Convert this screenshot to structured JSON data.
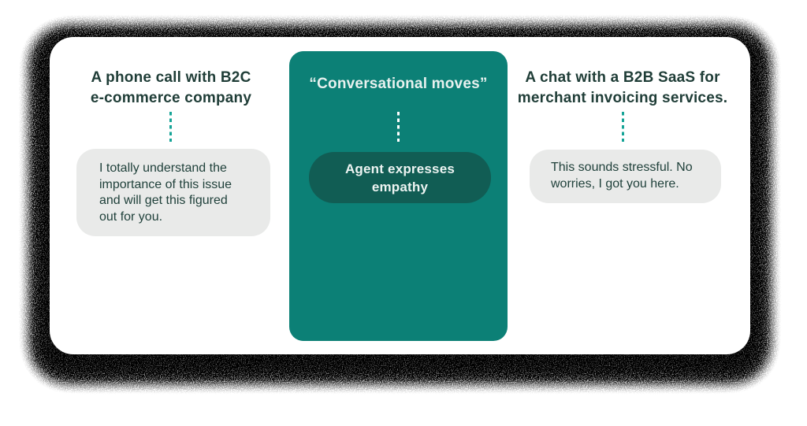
{
  "figure": {
    "left": {
      "heading": "A phone call with B2C\ne-commerce company",
      "bubble_text": "I totally understand the\nimportance of this issue\nand will get this figured\nout for you."
    },
    "center": {
      "heading": "“Conversational moves”",
      "pill_label": "Agent expresses\nempathy"
    },
    "right": {
      "heading": "A chat with a B2B SaaS for\nmerchant invoicing services.",
      "bubble_text": "This sounds stressful. No\nworries, I got you here."
    }
  },
  "colors": {
    "card_background": "#ffffff",
    "teal_panel": "#0c8076",
    "dark_pill": "#115d54",
    "heading_text": "#1f3d37",
    "bubble_background": "#e9eae9",
    "bubble_text": "#20413b",
    "dotted_connector_teal": "#16a497",
    "dotted_connector_white": "#ffffff",
    "panel_heading_text": "#e8f1ef",
    "shadow": "#000000"
  }
}
